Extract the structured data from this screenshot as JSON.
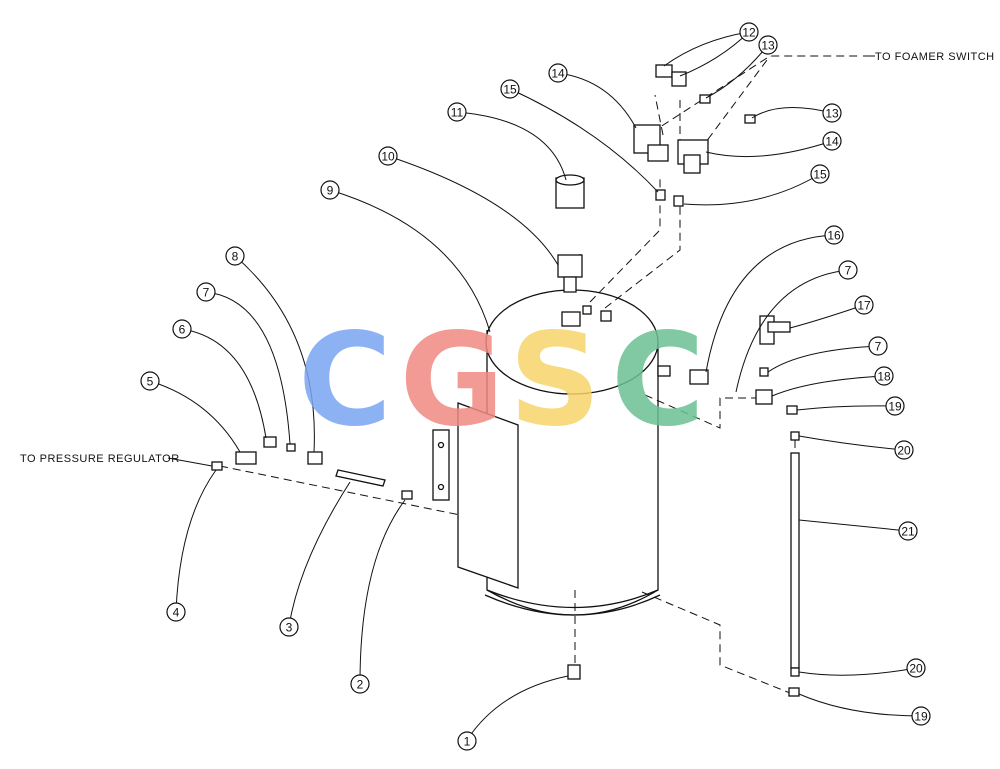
{
  "annotations": {
    "to_foamer_switch": "TO FOAMER SWITCH",
    "to_pressure_regulator": "TO PRESSURE REGULATOR"
  },
  "watermark": {
    "letters": [
      "C",
      "G",
      "S",
      "C"
    ],
    "colors": [
      "#7aa5f2",
      "#f08a82",
      "#f7d56a",
      "#6cc094"
    ]
  },
  "callouts": [
    "1",
    "2",
    "3",
    "4",
    "5",
    "6",
    "7",
    "8",
    "9",
    "10",
    "11",
    "12",
    "13",
    "13",
    "14",
    "14",
    "15",
    "15",
    "16",
    "7",
    "17",
    "7",
    "18",
    "19",
    "20",
    "21",
    "20",
    "19"
  ],
  "colors": {
    "line": "#111111",
    "fill": "#ffffff"
  }
}
